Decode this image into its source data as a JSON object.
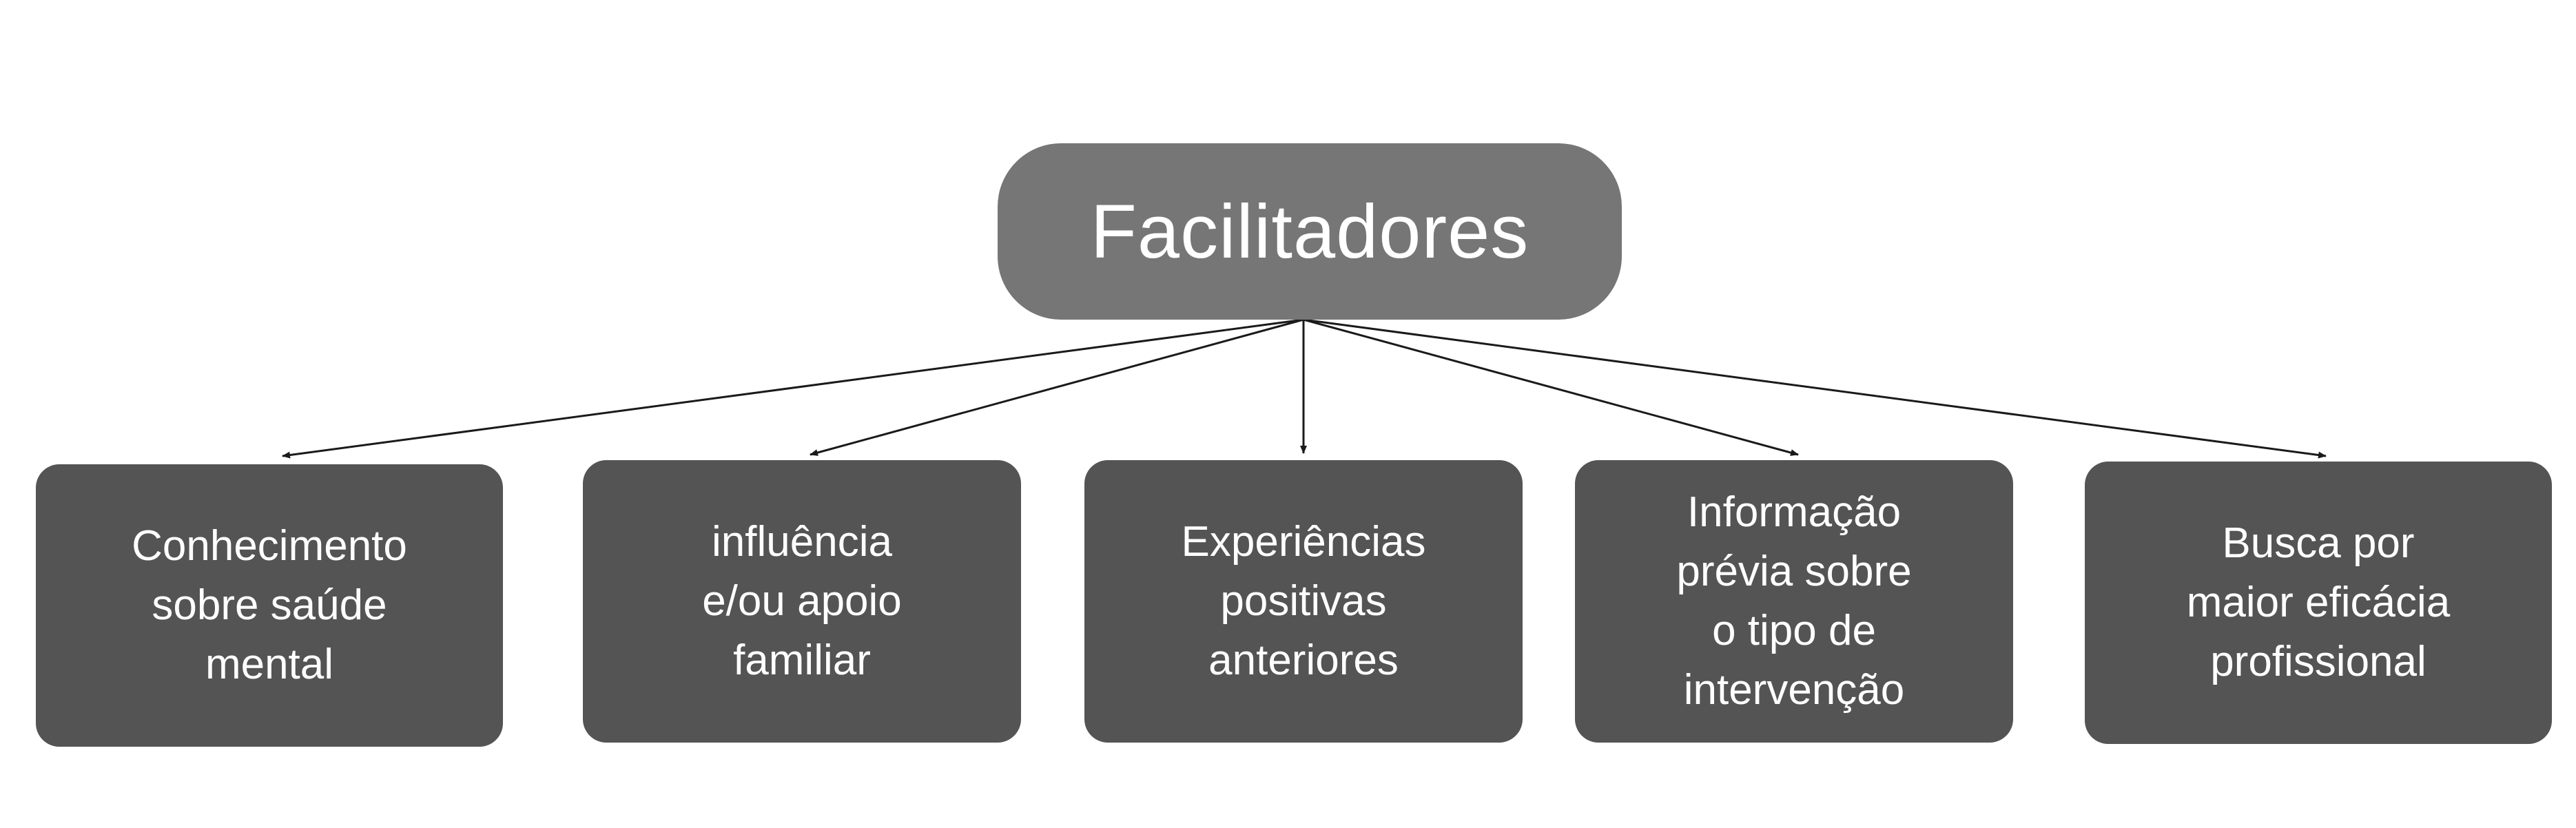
{
  "diagram": {
    "root": {
      "label": "Facilitadores",
      "color": "#767676"
    },
    "child_color": "#545454",
    "connector_color": "#1a1a1a",
    "children": [
      {
        "label": "Conhecimento\nsobre saúde\nmental"
      },
      {
        "label": "influência\ne/ou apoio\nfamiliar"
      },
      {
        "label": "Experiências\npositivas\nanteriores"
      },
      {
        "label": "Informação\nprévia sobre\no tipo de\nintervenção"
      },
      {
        "label": "Busca por\nmaior eficácia\nprofissional"
      }
    ]
  }
}
